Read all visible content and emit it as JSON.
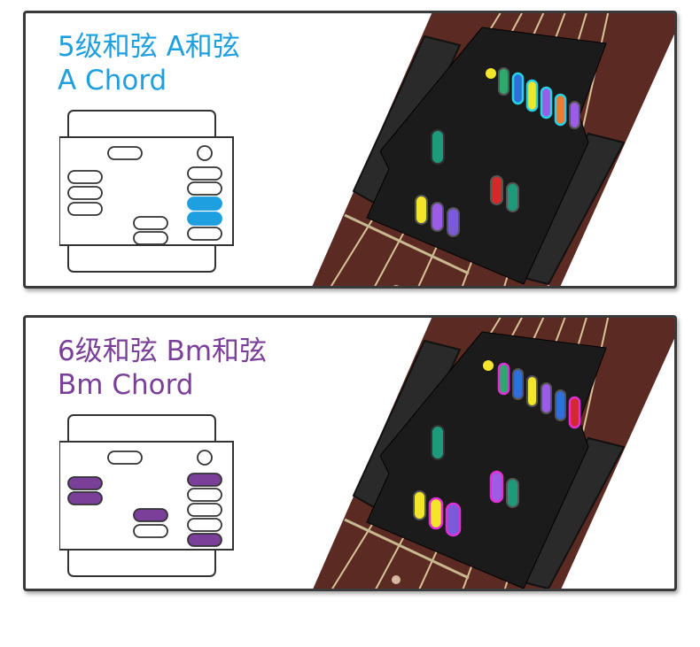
{
  "colors": {
    "chord_a_accent": "#1e9fe0",
    "chord_bm_accent": "#7a3f98",
    "device_body": "#1b1b1b",
    "fretboard": "#5b2a22"
  },
  "panels": [
    {
      "title_cn": "5级和弦  A和弦",
      "title_en": "A Chord",
      "accent": "#1e9fe0",
      "highlight_ring": "cyan",
      "diagram": {
        "left_pads": [
          0,
          0,
          0
        ],
        "center_pads": [
          0,
          0
        ],
        "top_pad": 0,
        "right_pads": [
          0,
          0,
          1,
          1,
          0
        ]
      }
    },
    {
      "title_cn": "6级和弦  Bm和弦",
      "title_en": "Bm Chord",
      "accent": "#7a3f98",
      "highlight_ring": "magenta",
      "diagram": {
        "left_pads": [
          1,
          1
        ],
        "center_pads": [
          1,
          0
        ],
        "top_pad": 0,
        "right_pads": [
          1,
          0,
          0,
          0,
          1
        ]
      }
    }
  ]
}
